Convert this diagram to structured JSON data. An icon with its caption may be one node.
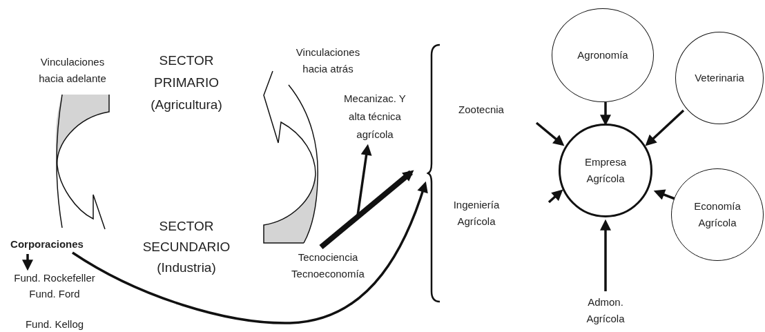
{
  "diagram": {
    "nodes": [
      {
        "text": [
          "Vinculaciones hacia adelante"
        ]
      },
      {
        "text": [
          "SECTOR PRIMARIO (Agricultura)"
        ]
      },
      {
        "text": [
          "Vinculaciones hacia atrás"
        ]
      },
      {
        "text": [
          "Mecanizac. Y alta técnica agrícola"
        ]
      },
      {
        "text": [
          "Zootecnia"
        ]
      },
      {
        "text": [
          "SECTOR SECUNDARIO (Industria)"
        ]
      },
      {
        "text": [
          "Corporaciones"
        ]
      },
      {
        "text": [
          "Fund. Rockefeller"
        ]
      },
      {
        "text": [
          "Fund. Ford"
        ]
      },
      {
        "text": [
          "Fund. Kellog"
        ]
      },
      {
        "text": [
          "Tecnociencia Tecnoeconomía"
        ]
      },
      {
        "text": [
          "Ingeniería Agrícola"
        ]
      },
      {
        "text": [],
        "shape": "brace"
      },
      {
        "text": [
          "Agronomía"
        ]
      },
      {
        "text": [
          "Veterinaria"
        ]
      },
      {
        "text": [
          "Empresa Agrícola"
        ]
      },
      {
        "text": [
          "Economía Agrícola"
        ]
      },
      {
        "text": [
          "Admon. Agrícola"
        ]
      }
    ],
    "edges": [
      {
        "from": 6,
        "to": 7,
        "arrow": "to"
      },
      {
        "from": 6,
        "to": 12,
        "arrow": "to"
      },
      {
        "from": 10,
        "to": 12,
        "arrow": "to",
        "style": "thick"
      },
      {
        "from": 10,
        "to": 3,
        "arrow": "to"
      },
      {
        "from": 13,
        "to": 15,
        "arrow": "to"
      },
      {
        "from": 14,
        "to": 15,
        "arrow": "to"
      },
      {
        "from": 16,
        "to": 15,
        "arrow": "to"
      },
      {
        "from": 17,
        "to": 15,
        "arrow": "to"
      },
      {
        "from": null,
        "to": 15,
        "arrow": "to"
      },
      {
        "from": null,
        "to": 15,
        "arrow": "to"
      }
    ]
  }
}
